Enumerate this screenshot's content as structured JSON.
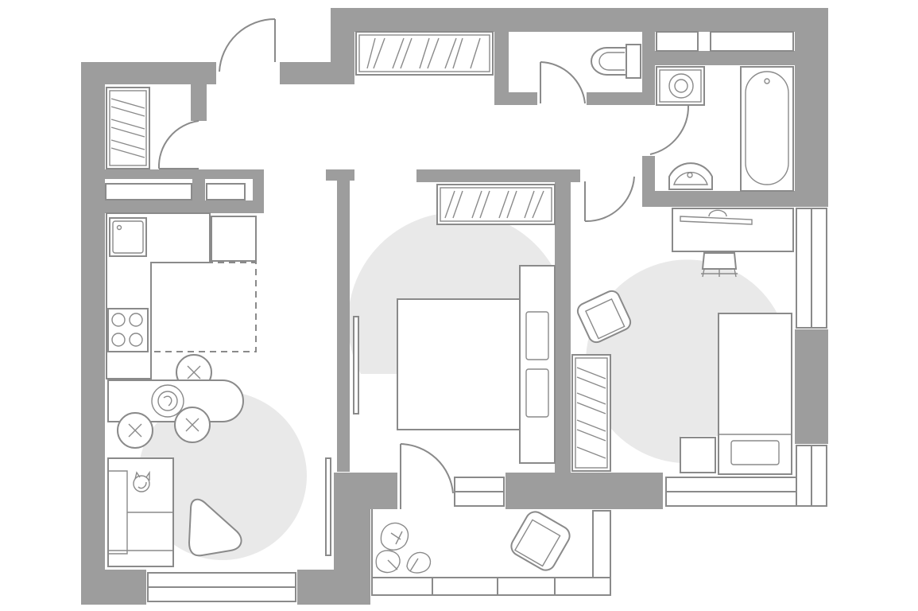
{
  "plan": {
    "kind": "two-bedroom apartment floor plan",
    "labels": [],
    "colors": {
      "wall": "#9d9d9d",
      "line": "#8a8a8a",
      "zone": "#e9e9e9",
      "background": "#ffffff"
    },
    "rooms": [
      "kitchen-living",
      "hallway",
      "bedroom",
      "kids-room",
      "bathroom",
      "toilet",
      "balcony"
    ],
    "icons": [
      "wardrobe-icon",
      "toilet-icon",
      "washing-machine-icon",
      "bathtub-icon",
      "sink-icon",
      "desk-icon",
      "office-chair-icon",
      "armchair-icon",
      "double-bed-icon",
      "single-bed-icon",
      "kitchen-sink-icon",
      "stove-icon",
      "dining-table-icon",
      "chair-icon",
      "sofa-icon",
      "cat-icon",
      "coffee-table-icon",
      "plant-icon"
    ]
  }
}
